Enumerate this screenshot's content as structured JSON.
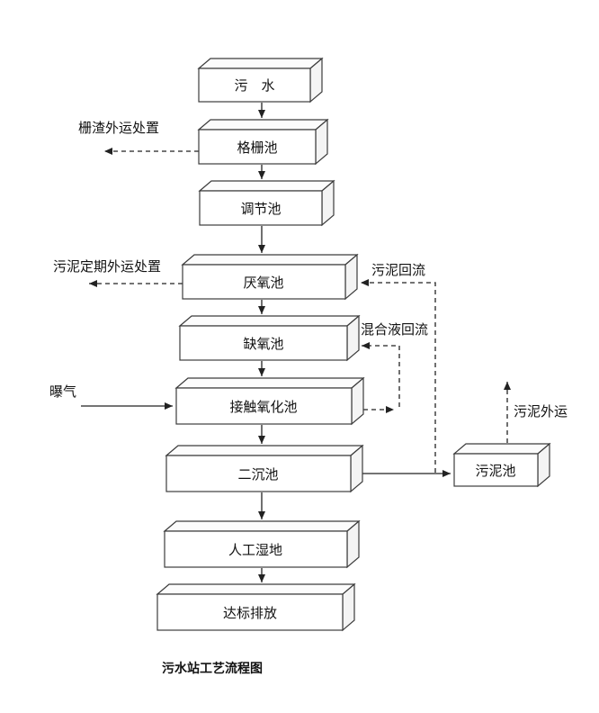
{
  "page": {
    "caption": "污水站工艺流程图"
  },
  "nodes": [
    {
      "name": "sewage",
      "label": "污　水"
    },
    {
      "name": "screen-tank",
      "label": "格栅池"
    },
    {
      "name": "regulating-tank",
      "label": "调节池"
    },
    {
      "name": "anaerobic-tank",
      "label": "厌氧池"
    },
    {
      "name": "anoxic-tank",
      "label": "缺氧池"
    },
    {
      "name": "contact-oxidation-tank",
      "label": "接触氧化池"
    },
    {
      "name": "secondary-sedimentation-tank",
      "label": "二沉池"
    },
    {
      "name": "constructed-wetland",
      "label": "人工湿地"
    },
    {
      "name": "standard-discharge",
      "label": "达标排放"
    },
    {
      "name": "sludge-tank",
      "label": "污泥池"
    }
  ],
  "annotations": [
    {
      "name": "screenings-disposal",
      "label": "栅渣外运处置"
    },
    {
      "name": "sludge-periodic-disposal",
      "label": "污泥定期外运处置"
    },
    {
      "name": "sludge-return",
      "label": "污泥回流"
    },
    {
      "name": "mixed-liquor-return",
      "label": "混合液回流"
    },
    {
      "name": "aeration",
      "label": "曝气"
    },
    {
      "name": "sludge-removal",
      "label": "污泥外运"
    }
  ]
}
